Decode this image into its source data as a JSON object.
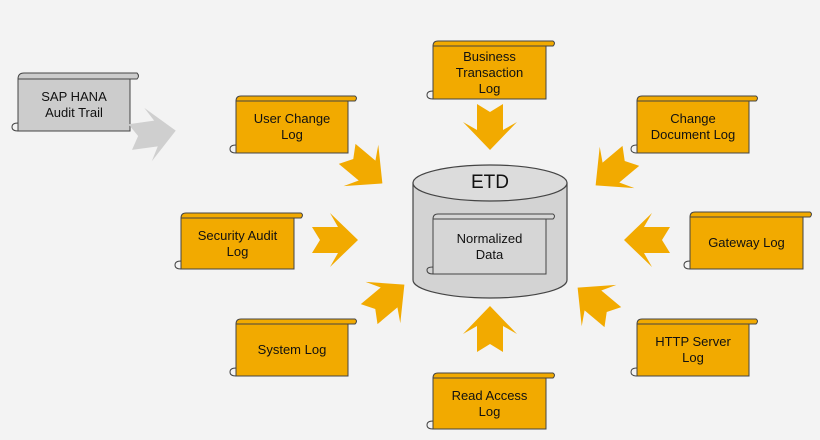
{
  "colors": {
    "background": "#f3f3f3",
    "log_fill": "#f2aa00",
    "source_fill": "#cccccc",
    "arrow_orange": "#f2aa00",
    "arrow_gray": "#cfcfcf",
    "cylinder": "#d3d3d3",
    "stroke": "#444444"
  },
  "source": {
    "label": "SAP HANA\nAudit Trail"
  },
  "center": {
    "title": "ETD",
    "inner_label": "Normalized\nData"
  },
  "logs": {
    "business_transaction": "Business\nTransaction\nLog",
    "user_change": "User Change\nLog",
    "change_document": "Change\nDocument Log",
    "security_audit": "Security Audit\nLog",
    "gateway": "Gateway Log",
    "system": "System Log",
    "http_server": "HTTP Server\nLog",
    "read_access": "Read Access\nLog"
  }
}
